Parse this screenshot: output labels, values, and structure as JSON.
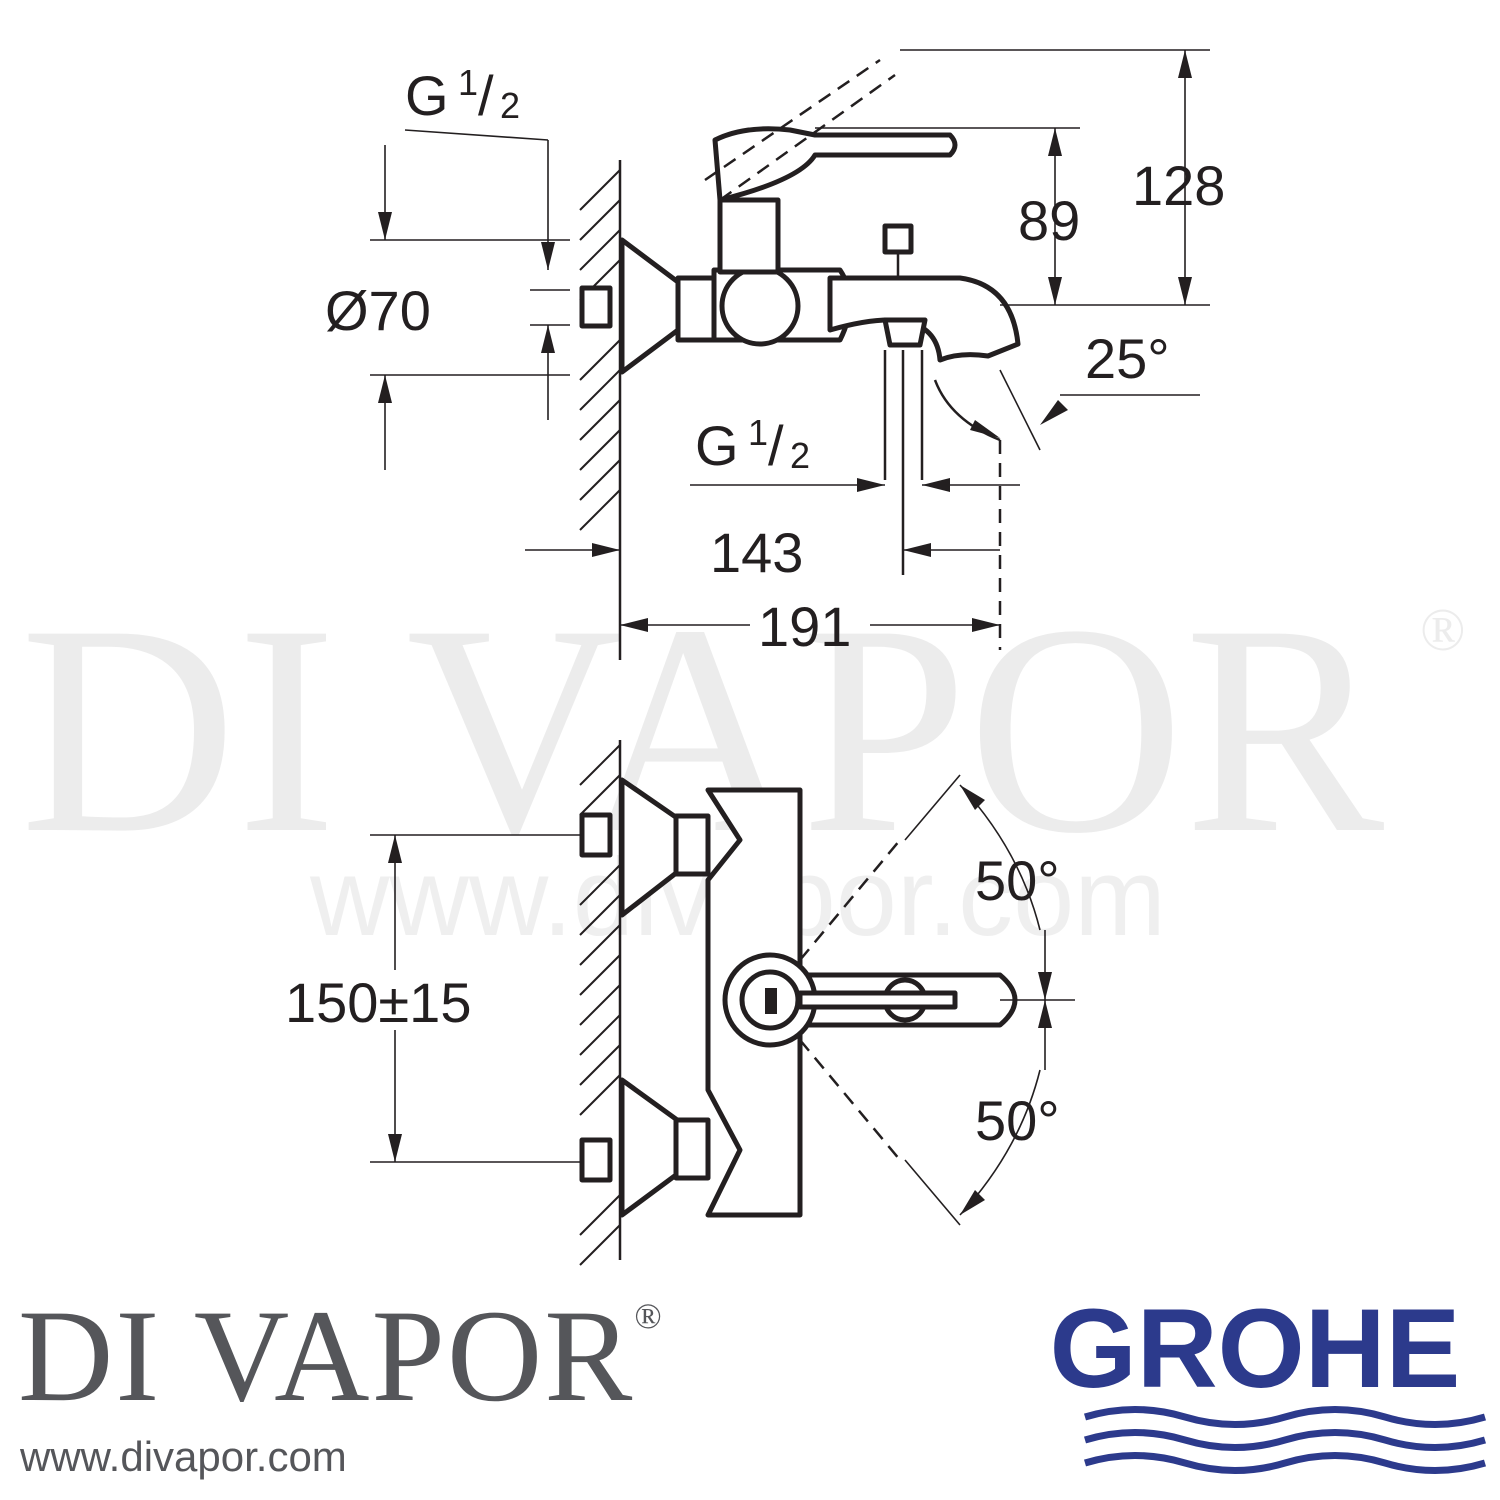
{
  "watermark": {
    "text": "DI VAPOR",
    "mark": "®",
    "url": "www.divapor.com"
  },
  "dimensions_side": {
    "thread_inlet": "G",
    "thread_inlet_fraction_num": "1",
    "thread_inlet_fraction_den": "2",
    "diameter": "Ø70",
    "height_handle": "89",
    "height_lever": "128",
    "spout_angle": "25°",
    "thread_outlet": "G",
    "thread_outlet_fraction_num": "1",
    "thread_outlet_fraction_den": "2",
    "depth_outlet": "143",
    "depth_spout": "191"
  },
  "dimensions_front": {
    "centres": "150±15",
    "lever_angle_up": "50°",
    "lever_angle_down": "50°"
  },
  "footer": {
    "brand_name": "DI VAPOR",
    "brand_mark": "®",
    "website": "www.divapor.com",
    "manufacturer": "GROHE",
    "manufacturer_color": "#2c3a8c"
  }
}
